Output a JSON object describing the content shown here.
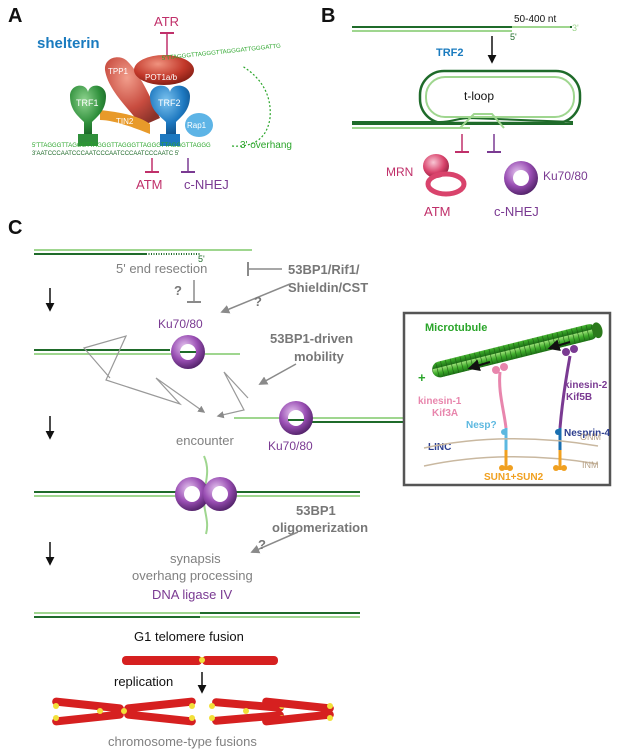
{
  "panels": {
    "a": {
      "letter": "A",
      "title": "shelterin",
      "atr": "ATR",
      "tpp1": "TPP1",
      "pot1": "POT1a/b",
      "trf1": "TRF1",
      "trf2": "TRF2",
      "tin2": "TIN2",
      "rap1": "Rap1",
      "overhang_seq": "5'TTAGGGTTAGGGTTAGGGATTGGGATTG",
      "top_strand": "5'TTAGGGTTAGGGTTAGGGTTAGGGTTAGGGTTAGGGTTAGGG",
      "bottom_strand": "3'AATCCCAATCCCAATCCCAATCCCAATCCCAATC 5'",
      "overhang_label": "3' overhang",
      "atm": "ATM",
      "cnhej": "c-NHEJ"
    },
    "b": {
      "letter": "B",
      "length": "50-400 nt",
      "end5": "5'",
      "end3": "3'",
      "trf2": "TRF2",
      "tloop": "t-loop",
      "mrn": "MRN",
      "ku": "Ku70/80",
      "atm": "ATM",
      "cnhej": "c-NHEJ"
    },
    "c": {
      "letter": "C",
      "end5": "5'",
      "resection": "5' end resection",
      "inhibitor_line1": "53BP1/Rif1/",
      "inhibitor_line2": "Shieldin/CST",
      "q1": "?",
      "q2": "?",
      "q3": "?",
      "ku_top": "Ku70/80",
      "mobility_line1": "53BP1-driven",
      "mobility_line2": "mobility",
      "encounter": "encounter",
      "ku_right": "Ku70/80",
      "oligo_line1": "53BP1",
      "oligo_line2": "oligomerization",
      "synapsis_line1": "synapsis",
      "synapsis_line2": "overhang processing",
      "ligase": "DNA ligase IV",
      "g1": "G1 telomere fusion",
      "replication": "replication",
      "fusions": "chromosome-type fusions"
    },
    "inset": {
      "microtubule": "Microtubule",
      "plus": "+",
      "kinesin1_line1": "kinesin-1",
      "kinesin1_line2": "Kif3A",
      "kinesin2_line1": "kinesin-2",
      "kinesin2_line2": "Kif5B",
      "nesp": "Nesp?",
      "nesprin4": "Nesprin-4",
      "linc": "LINC",
      "onm": "ONM",
      "inm": "INM",
      "sun": "SUN1+SUN2"
    }
  },
  "colors": {
    "dark_green": "#1f6b2a",
    "light_green": "#9fd68f",
    "bright_green": "#2aa52a",
    "blue": "#1a7bbf",
    "magenta": "#c0306a",
    "purple": "#7a3a92",
    "gray": "#808080",
    "red": "#d62020",
    "yellow": "#f2e03a"
  }
}
